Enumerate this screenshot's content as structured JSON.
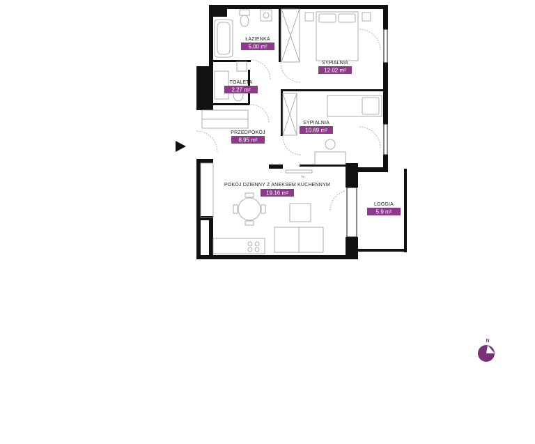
{
  "colors": {
    "accent": "#8e3a8c",
    "wall": "#111111",
    "furniture": "#9a9a9a"
  },
  "entrance_icon": "entrance-arrow-icon",
  "compass": {
    "label": "N",
    "icon": "north-compass-icon"
  },
  "tv_label": "TV",
  "rooms": [
    {
      "id": "lazienka",
      "name": "ŁAZIENKA",
      "area": "5.00 m²"
    },
    {
      "id": "sypialnia1",
      "name": "SYPIALNIA",
      "area": "12.02 m²"
    },
    {
      "id": "toaleta",
      "name": "TOALETA",
      "area": "2.27 m²"
    },
    {
      "id": "sypialnia2",
      "name": "SYPIALNIA",
      "area": "10.69 m²"
    },
    {
      "id": "przedpokoj",
      "name": "PRZEDPOKÓJ",
      "area": "8.95 m²"
    },
    {
      "id": "pokoj",
      "name": "POKÓJ DZIENNY Z ANEKSEM KUCHENNYM",
      "area": "19.16 m²"
    },
    {
      "id": "loggia",
      "name": "LOGGIA",
      "area": "5.9 m²"
    }
  ]
}
